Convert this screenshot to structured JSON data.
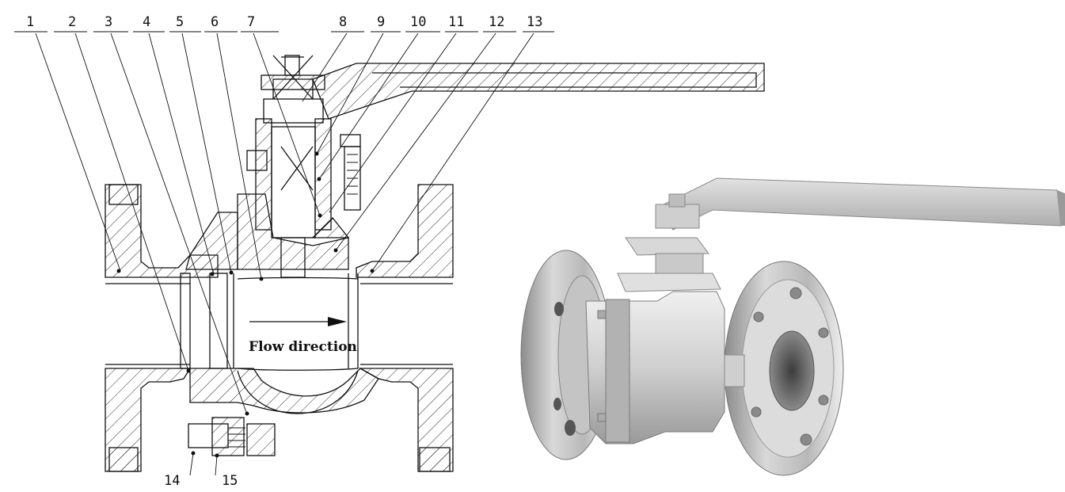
{
  "diagram": {
    "callouts_top": [
      "1",
      "2",
      "3",
      "4",
      "5",
      "6",
      "7",
      "8",
      "9",
      "10",
      "11",
      "12",
      "13"
    ],
    "callouts_bottom": [
      "14",
      "15"
    ],
    "flow_label": "Flow direction"
  },
  "photo": {
    "colors": {
      "steel_light": "#e6e6e6",
      "steel_mid": "#bdbdbd",
      "steel_dark": "#7a7a7a",
      "bore": "#5a5a5a"
    }
  }
}
